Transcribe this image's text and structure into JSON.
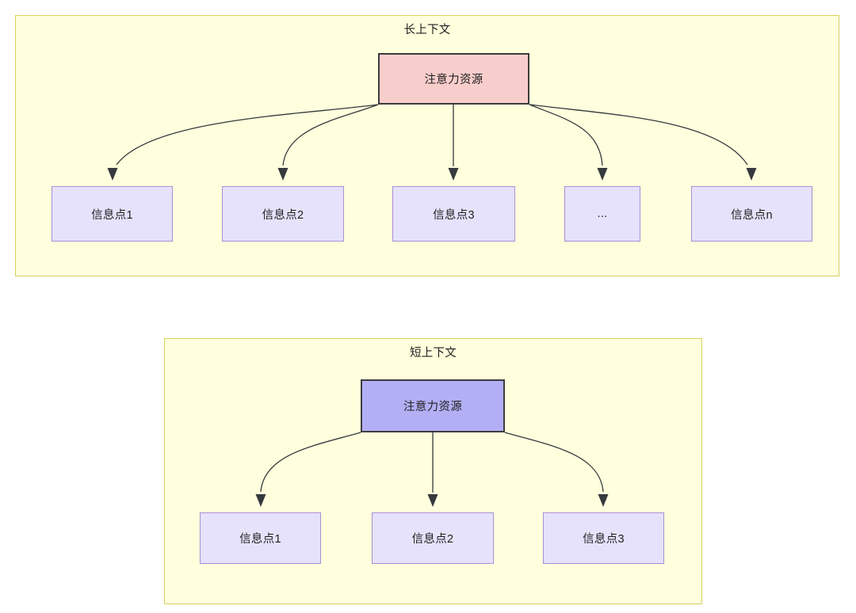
{
  "diagram": {
    "type": "node-link-diagram",
    "background": "#ffffff",
    "colors": {
      "group_fill": "#ffffdd",
      "group_border": "#d6d15e",
      "root_long_fill": "#f8cecc",
      "root_short_fill": "#b3aff5",
      "root_border": "#3c3c3c",
      "leaf_fill": "#e6e2fb",
      "leaf_border": "#a98fd6",
      "edge_color": "#36393d"
    },
    "groups": [
      {
        "id": "long-context",
        "title": "长上下文",
        "root": "注意力资源",
        "leaves": [
          "信息点1",
          "信息点2",
          "信息点3",
          "...",
          "信息点n"
        ]
      },
      {
        "id": "short-context",
        "title": "短上下文",
        "root": "注意力资源",
        "leaves": [
          "信息点1",
          "信息点2",
          "信息点3"
        ]
      }
    ]
  }
}
